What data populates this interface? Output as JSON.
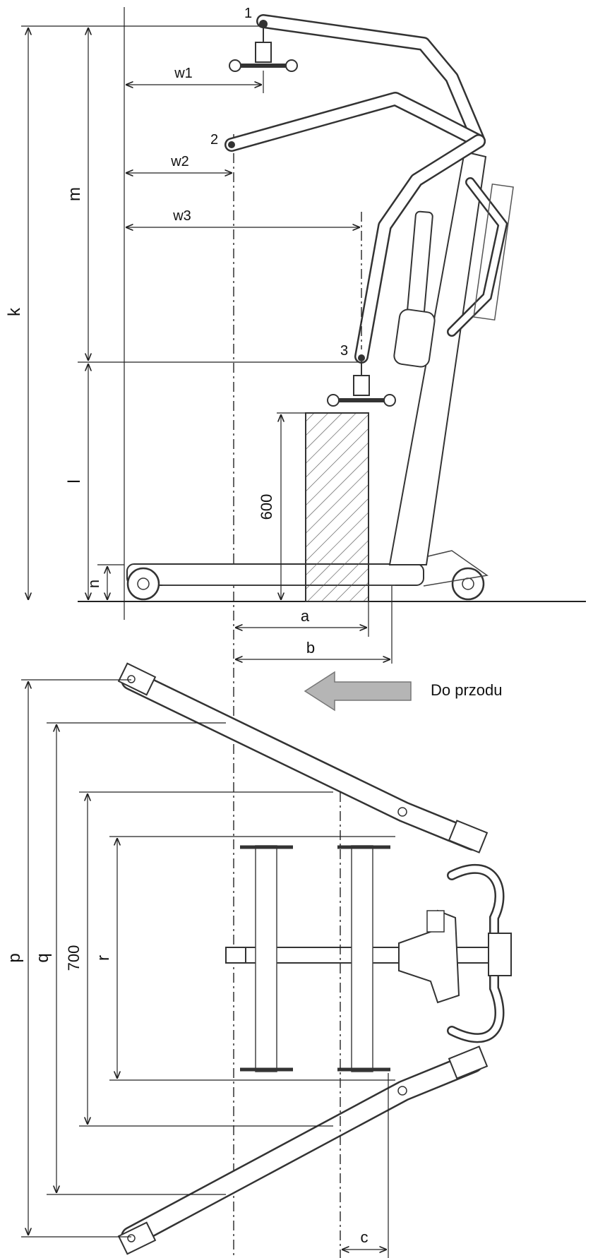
{
  "labels": {
    "pos1": "1",
    "pos2": "2",
    "pos3": "3",
    "w1": "w1",
    "w2": "w2",
    "w3": "w3",
    "k": "k",
    "m": "m",
    "l": "l",
    "n": "n",
    "h600": "600",
    "a": "a",
    "b": "b",
    "p": "p",
    "q": "q",
    "w700": "700",
    "r": "r",
    "c": "c"
  },
  "direction_label": "Do przodu",
  "colors": {
    "line": "#222222",
    "frame": "#333333",
    "hatch": "#555555",
    "arrow_fill": "#b5b5b5",
    "arrow_stroke": "#777777"
  }
}
